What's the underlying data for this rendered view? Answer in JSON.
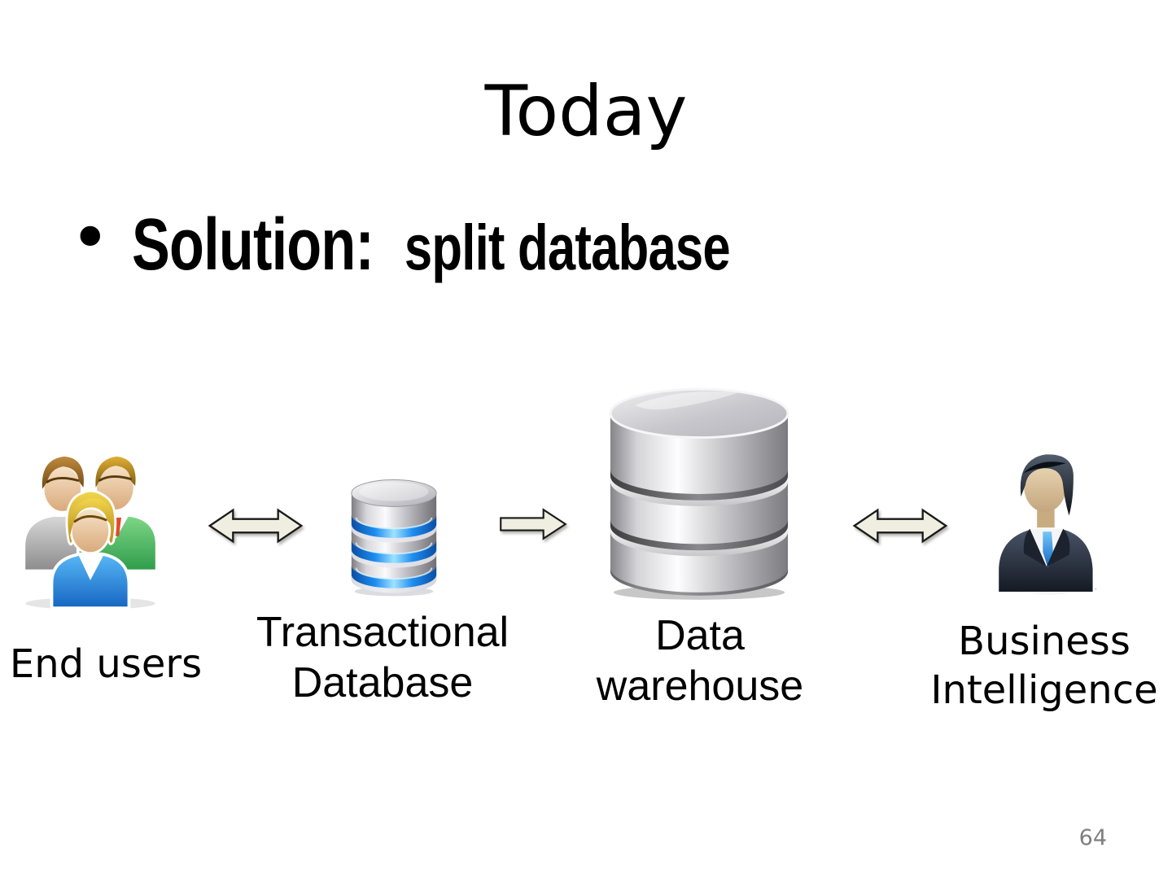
{
  "slide": {
    "title": "Today",
    "bullet": {
      "marker": "•",
      "strong": "Solution:",
      "rest": "split database",
      "text": "Solution: split database"
    },
    "page_number": "64"
  },
  "diagram": {
    "nodes": [
      {
        "id": "end-users",
        "icon": "users-group-icon",
        "label": "End users",
        "lines": [
          "End users"
        ]
      },
      {
        "id": "transactional-database",
        "icon": "database-small-icon",
        "label": "Transactional Database",
        "lines": [
          "Transactional",
          "Database"
        ]
      },
      {
        "id": "data-warehouse",
        "icon": "database-large-icon",
        "label": "Data warehouse",
        "lines": [
          "Data",
          "warehouse"
        ]
      },
      {
        "id": "business-intelligence",
        "icon": "businessman-icon",
        "label": "Business Intelligence",
        "lines": [
          "Business",
          "Intelligence"
        ]
      }
    ],
    "connectors": [
      {
        "from": "end-users",
        "to": "transactional-database",
        "type": "double-arrow"
      },
      {
        "from": "transactional-database",
        "to": "data-warehouse",
        "type": "single-arrow-right"
      },
      {
        "from": "data-warehouse",
        "to": "business-intelligence",
        "type": "double-arrow"
      }
    ],
    "colors": {
      "background": "#ffffff",
      "text": "#000000",
      "arrow_fill": "#efeee1",
      "arrow_outline": "#1a1a1a",
      "database_silver": "#c9c9ce",
      "database_accent_blue": "#1d8ef0",
      "suit_dark": "#1c232e",
      "shirt_green": "#3aa657",
      "shirt_blue": "#2f8fe0",
      "page_number_gray": "#7f7f7f"
    }
  }
}
